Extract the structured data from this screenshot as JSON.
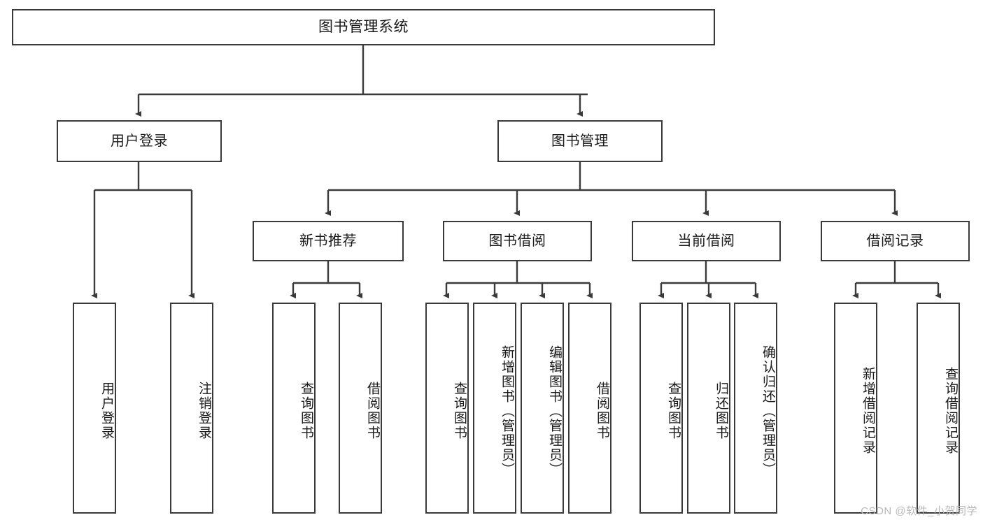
{
  "diagram": {
    "title": "图书管理系统",
    "type": "tree-hierarchy-diagram",
    "root": {
      "label": "图书管理系统"
    },
    "level1": [
      {
        "label": "用户登录"
      },
      {
        "label": "图书管理"
      }
    ],
    "level2": [
      {
        "label": "新书推荐"
      },
      {
        "label": "图书借阅"
      },
      {
        "label": "当前借阅"
      },
      {
        "label": "借阅记录"
      }
    ],
    "leaves": {
      "user_login": [
        {
          "label": "用户登录"
        },
        {
          "label": "注销登录"
        }
      ],
      "new_book_recommend": [
        {
          "label": "查询图书"
        },
        {
          "label": "借阅图书"
        }
      ],
      "book_borrow": [
        {
          "label": "查询图书"
        },
        {
          "label": "新增图书（管理员）"
        },
        {
          "label": "编辑图书（管理员）"
        },
        {
          "label": "借阅图书"
        }
      ],
      "current_borrow": [
        {
          "label": "查询图书"
        },
        {
          "label": "归还图书"
        },
        {
          "label": "确认归还（管理员）"
        }
      ],
      "borrow_record": [
        {
          "label": "新增借阅记录"
        },
        {
          "label": "查询借阅记录"
        }
      ]
    }
  },
  "watermark": {
    "text": "CSDN @软件_小贺同学"
  },
  "colors": {
    "stroke": "#3a3a3a",
    "text": "#1a1a1a",
    "background": "#ffffff",
    "watermark": "#b9b9b9"
  }
}
